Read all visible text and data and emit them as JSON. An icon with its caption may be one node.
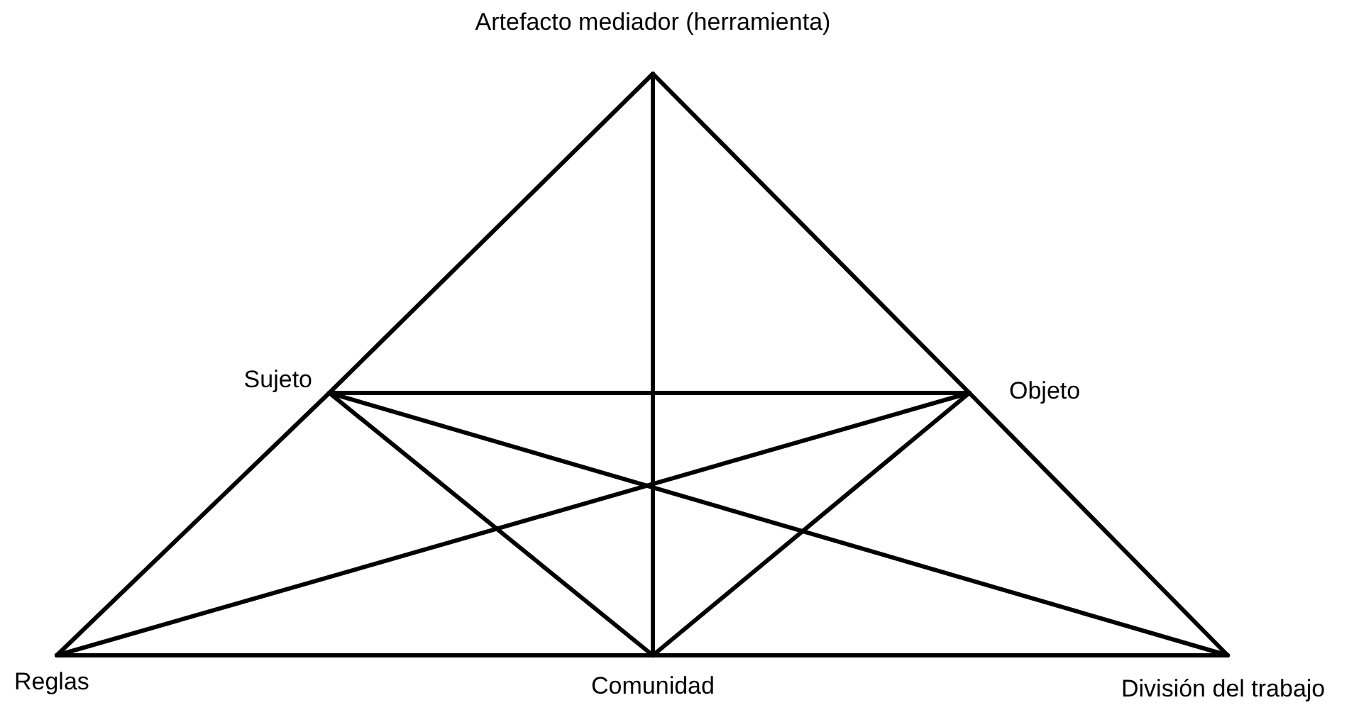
{
  "diagram": {
    "nodes": [
      {
        "text": [
          "Artefacto mediador (herramienta)"
        ]
      },
      {
        "text": [
          "Sujeto"
        ]
      },
      {
        "text": [
          "Objeto"
        ]
      },
      {
        "text": [
          "Reglas"
        ]
      },
      {
        "text": [
          "Comunidad"
        ]
      },
      {
        "text": [
          "División del trabajo"
        ]
      }
    ],
    "edges": [
      {
        "from": 0,
        "to": 1,
        "arrow": "none"
      },
      {
        "from": 1,
        "to": 3,
        "arrow": "none"
      },
      {
        "from": 0,
        "to": 2,
        "arrow": "none"
      },
      {
        "from": 2,
        "to": 5,
        "arrow": "none"
      },
      {
        "from": 3,
        "to": 4,
        "arrow": "none"
      },
      {
        "from": 4,
        "to": 5,
        "arrow": "none"
      },
      {
        "from": 0,
        "to": 4,
        "arrow": "none"
      },
      {
        "from": 1,
        "to": 2,
        "arrow": "none"
      },
      {
        "from": 1,
        "to": 4,
        "arrow": "none"
      },
      {
        "from": 2,
        "to": 4,
        "arrow": "none"
      },
      {
        "from": 1,
        "to": 5,
        "arrow": "none"
      },
      {
        "from": 2,
        "to": 3,
        "arrow": "none"
      }
    ]
  }
}
